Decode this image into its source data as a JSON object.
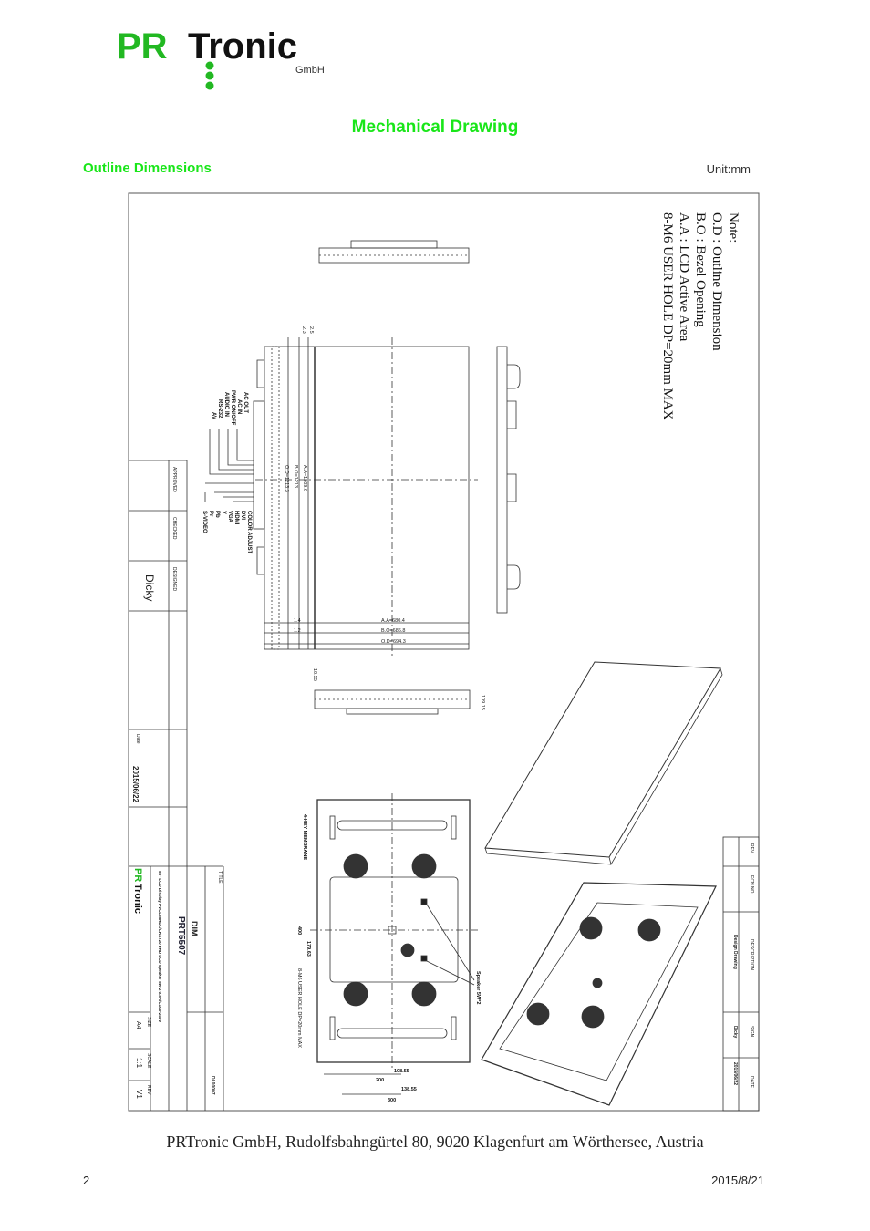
{
  "logo": {
    "brand_pr": "PR",
    "brand_tronic": "Tronic",
    "suffix": "GmbH"
  },
  "header": {
    "title": "Mechanical Drawing",
    "section": "Outline Dimensions",
    "unit": "Unit:mm"
  },
  "notes": {
    "heading": "Note:",
    "lines": [
      "O.D : Outline Dimension",
      "B.O : Bezel Opening",
      "A.A : LCD Active Area",
      "8-M6 USER HOLE DP=20mm MAX"
    ]
  },
  "drawing": {
    "connectors_top": [
      "AC OUT",
      "AC IN",
      "PWR ON/OFF",
      "AUDIO IN",
      "RS-232",
      "AV"
    ],
    "connectors_bottom": [
      "COLOR ADJUST",
      "DVI",
      "HDMI",
      "VGA",
      "Y",
      "Pb",
      "Pr",
      "S-VIDEO"
    ],
    "dims_vertical": [
      "A.A=1209.6",
      "B.O=1213",
      "O.D=1213.3"
    ],
    "dims_horizontal": [
      "A.A=680.4",
      "B.O=686.8",
      "O.D=694.3"
    ],
    "dims_small": [
      "1.4",
      "1.2",
      "2.5",
      "2.3"
    ],
    "side_dims": [
      "10.55",
      "109.15"
    ],
    "back_labels": [
      "4-KEY MEMBRANE",
      "Speaker 5W*2",
      "8-M6 USER HOLE DP=20mm MAX"
    ],
    "back_dims": [
      "400",
      "179.63",
      "108.55",
      "200",
      "138.55",
      "300"
    ]
  },
  "title_block": {
    "approved": "APPROVED",
    "checked": "CHECKED",
    "designed": "DESIGNED",
    "designer": "Dicky",
    "date_label": "Date",
    "date": "2015/06/22",
    "title_label": "TITLE",
    "title": "DIM",
    "model": "PRT5507",
    "description": "55\" LCD Display PVCL55HDL/CRS720 FHD LCD speaker 5w*2 0.8A/C100-240V",
    "scale_label": "SCALE",
    "scale": "1:1",
    "size_label": "SIZE",
    "size": "A4",
    "rev_label": "REV",
    "rev": "V1",
    "drawing_no": "DL00007"
  },
  "revision_block": {
    "rev": "REV",
    "ecn": "ECN NO.",
    "description_label": "DESCRIPTION",
    "description": "Design Drawing",
    "sign_label": "SIGN",
    "sign": "Dicky",
    "date_label": "DATE",
    "date": "2015/06/22"
  },
  "footer": {
    "address": "PRTronic GmbH, Rudolfsbahngürtel 80, 9020 Klagenfurt am Wörthersee, Austria",
    "page": "2",
    "date": "2015/8/21"
  },
  "colors": {
    "brand_green": "#19e619",
    "logo_green": "#22b822",
    "ink": "#222222"
  }
}
